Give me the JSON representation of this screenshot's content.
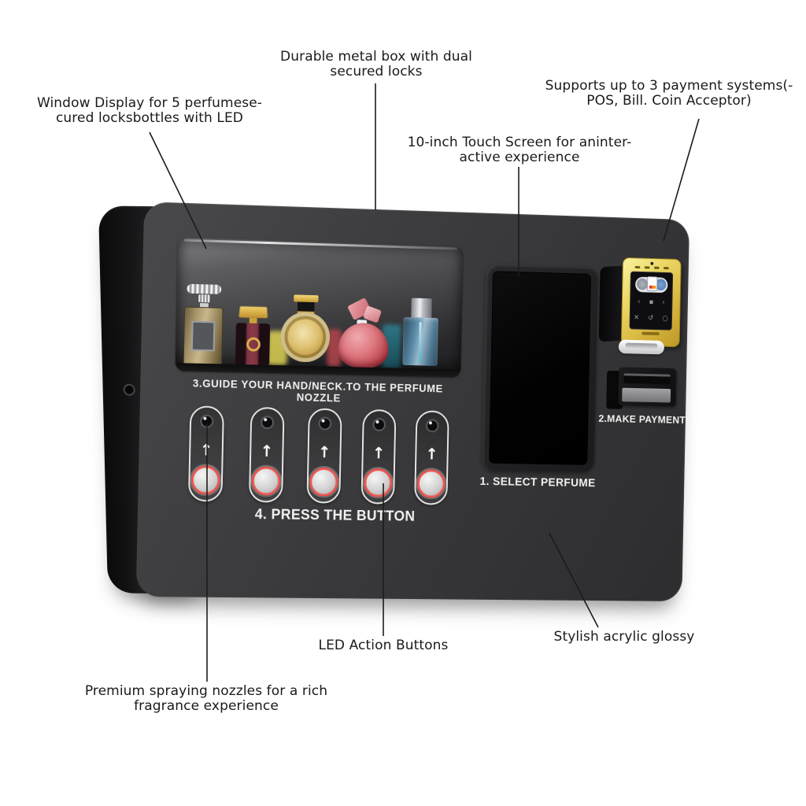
{
  "page": {
    "background": "#ffffff"
  },
  "annotations": {
    "durable": {
      "line1": "Durable metal box with dual",
      "line2": "secured locks"
    },
    "window": {
      "line1": "Window Display for 5 perfumese-",
      "line2": "cured locksbottles with LED"
    },
    "payments": {
      "line1": "Supports up to 3 payment systems(-",
      "line2": "POS, Bill. Coin Acceptor)"
    },
    "touchscreen": {
      "line1": "10-inch Touch Screen for aninter-",
      "line2": "active experience"
    },
    "led": {
      "text": "LED Action Buttons"
    },
    "stylish": {
      "text": "Stylish acrylic glossy"
    },
    "premium": {
      "line1": "Premium spraying nozzles for a rich",
      "line2": "fragrance experience"
    }
  },
  "machine": {
    "steps": {
      "select": "1. SELECT PERFUME",
      "payment": "2.MAKE PAYMENT",
      "nozzle_guide": "3.GUIDE YOUR HAND/NECK.TO THE PERFUME NOZZLE",
      "press": "4. PRESS THE BUTTON"
    },
    "button_count": 5,
    "button_arrow": "↑",
    "terminal": {
      "nav_row1": "‹ ▪ ›",
      "nav_row2": "✕ ↺ ○"
    },
    "colors": {
      "body": "#3a3a3c",
      "side_panel": "#1a1a1b",
      "button_ring_red": "#ec5752",
      "terminal_gold": "#e6cf5a",
      "bottle1_gold": "#c9b88c",
      "bottle2_maroon": "#7a3240",
      "bottle3_round_gold": "#ddc070",
      "bottle4_pink": "#dd7880",
      "bottle5_blue": "#5e8dab"
    }
  }
}
